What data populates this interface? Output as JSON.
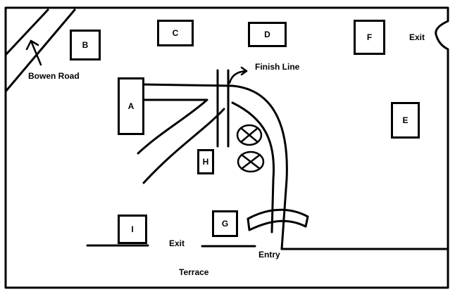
{
  "buildings": {
    "a": "A",
    "b": "B",
    "c": "C",
    "d": "D",
    "e": "E",
    "f": "F",
    "g": "G",
    "h": "H",
    "i": "I"
  },
  "labels": {
    "bowen_road": "Bowen Road",
    "finish_line": "Finish Line",
    "exit_right": "Exit",
    "exit_bottom": "Exit",
    "entry": "Entry",
    "terrace": "Terrace"
  },
  "colors": {
    "ink": "#000000",
    "background": "#ffffff"
  },
  "icons": [
    "north-arrow-icon",
    "finish-arrow-icon",
    "fan-icon"
  ]
}
